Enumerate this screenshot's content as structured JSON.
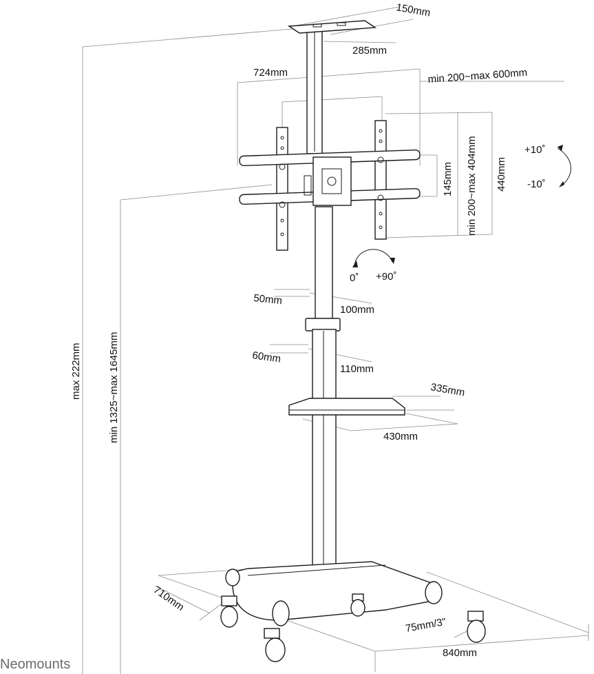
{
  "brand": "Neomounts",
  "labels": {
    "top_plate_depth": "150mm",
    "top_plate_width": "285mm",
    "interface_width": "724mm",
    "hole_width_range": "min 200~max 600mm",
    "bar_spacing": "145mm",
    "hole_height_range": "min 200~max 404mm",
    "interface_height": "440mm",
    "tilt_up": "+10˚",
    "tilt_down": "-10˚",
    "rotate_start": "0˚",
    "rotate_end": "+90˚",
    "upper_pole_depth": "50mm",
    "upper_pole_width": "100mm",
    "lower_pole_depth": "60mm",
    "lower_pole_width": "110mm",
    "shelf_depth": "335mm",
    "shelf_width": "430mm",
    "total_height": "max 222mm",
    "height_range": "min 1325~max 1645mm",
    "base_depth": "710mm",
    "base_width": "840mm",
    "caster_size": "75mm/3\""
  }
}
